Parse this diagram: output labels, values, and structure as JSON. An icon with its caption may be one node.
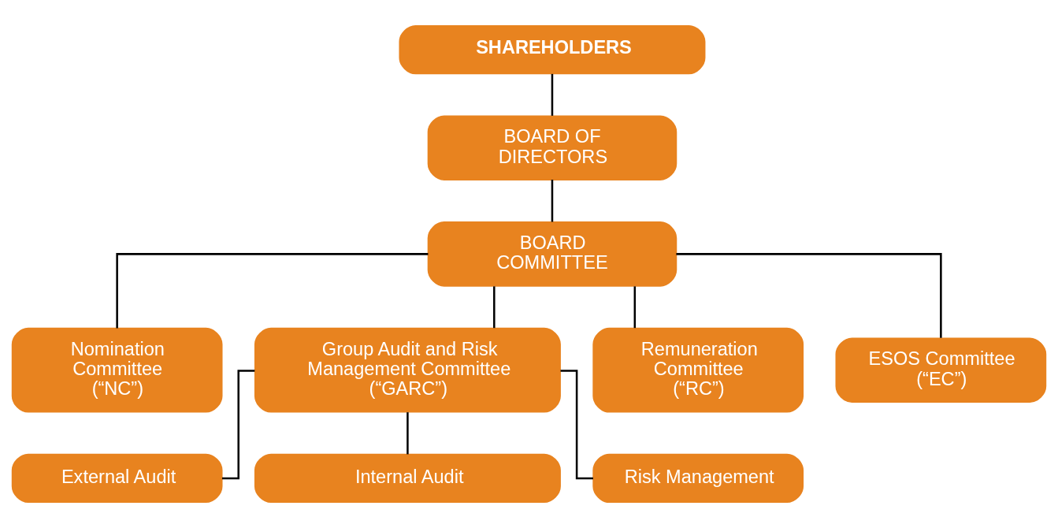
{
  "diagram": {
    "nodes": [
      {
        "text": [
          "SHAREHOLDERS"
        ]
      },
      {
        "text": [
          "BOARD OF DIRECTORS"
        ]
      },
      {
        "text": [
          "BOARD COMMITTEE"
        ]
      },
      {
        "text": [
          "Nomination Committee (“NC”)"
        ]
      },
      {
        "text": [
          "Group Audit and Risk Management Committee (“GARC”)"
        ]
      },
      {
        "text": [
          "Remuneration Committee (“RC”)"
        ]
      },
      {
        "text": [
          "ESOS Committee (“EC”)"
        ]
      },
      {
        "text": [
          "External Audit"
        ]
      },
      {
        "text": [
          "Internal Audit"
        ]
      },
      {
        "text": [
          "Risk Management"
        ]
      }
    ],
    "edges": [
      {
        "from": 0,
        "to": 1,
        "arrow": "none"
      },
      {
        "from": 1,
        "to": 2,
        "arrow": "none"
      },
      {
        "from": 2,
        "to": 3,
        "arrow": "none"
      },
      {
        "from": 2,
        "to": 4,
        "arrow": "none"
      },
      {
        "from": 2,
        "to": 5,
        "arrow": "none"
      },
      {
        "from": 2,
        "to": 6,
        "arrow": "none"
      },
      {
        "from": 4,
        "to": 7,
        "arrow": "none"
      },
      {
        "from": 4,
        "to": 8,
        "arrow": "none"
      },
      {
        "from": 4,
        "to": 9,
        "arrow": "none"
      }
    ]
  }
}
